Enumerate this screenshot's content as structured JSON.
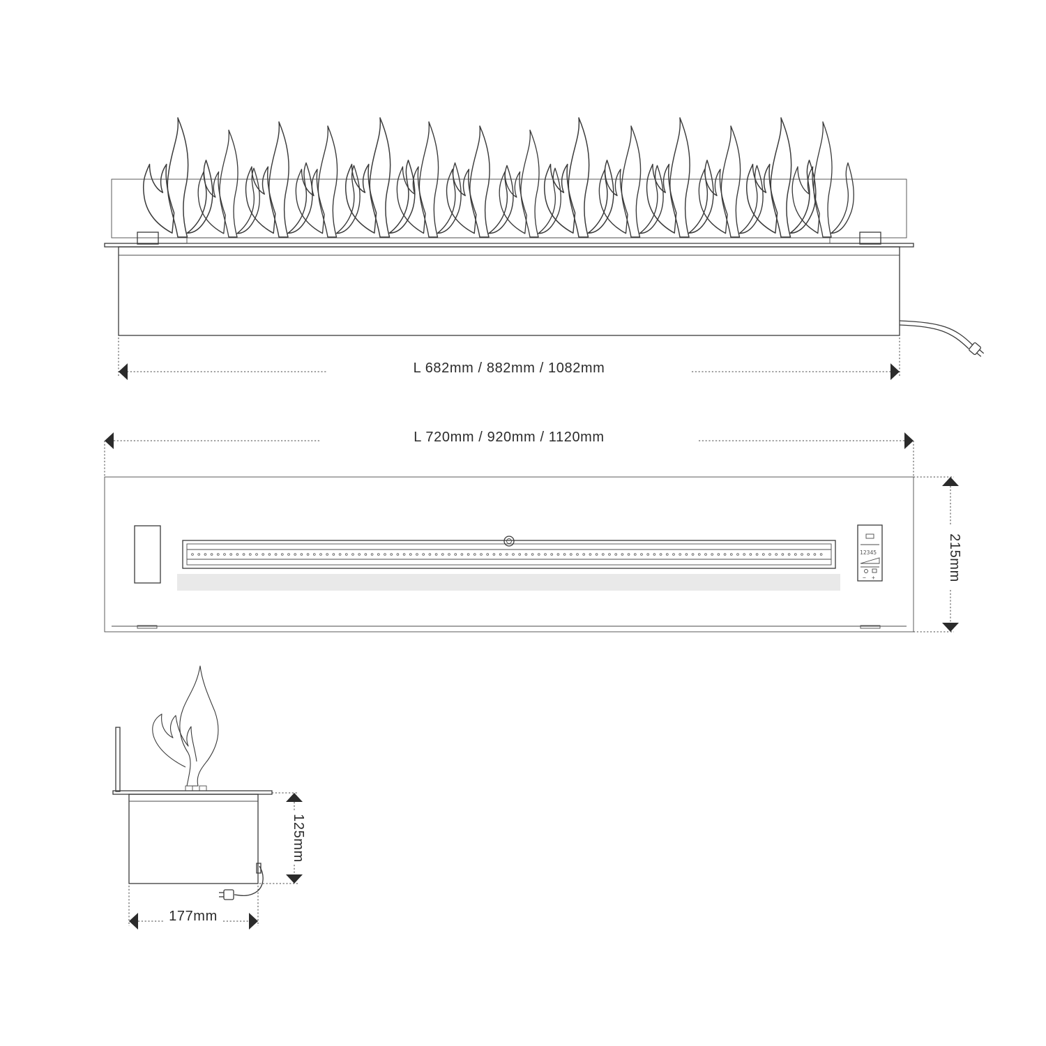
{
  "front_view": {
    "length_label": "L 682mm / 882mm / 1082mm"
  },
  "top_view": {
    "length_label": "L 720mm / 920mm / 1120mm",
    "depth_label": "215mm",
    "panel_display": "12345",
    "panel_minus": "−",
    "panel_plus": "+"
  },
  "side_view": {
    "height_label": "125mm",
    "width_label": "177mm"
  },
  "colors": {
    "line": "#3a3a3a",
    "text": "#2b2b2b",
    "water_tray": "#e9e9e9"
  }
}
